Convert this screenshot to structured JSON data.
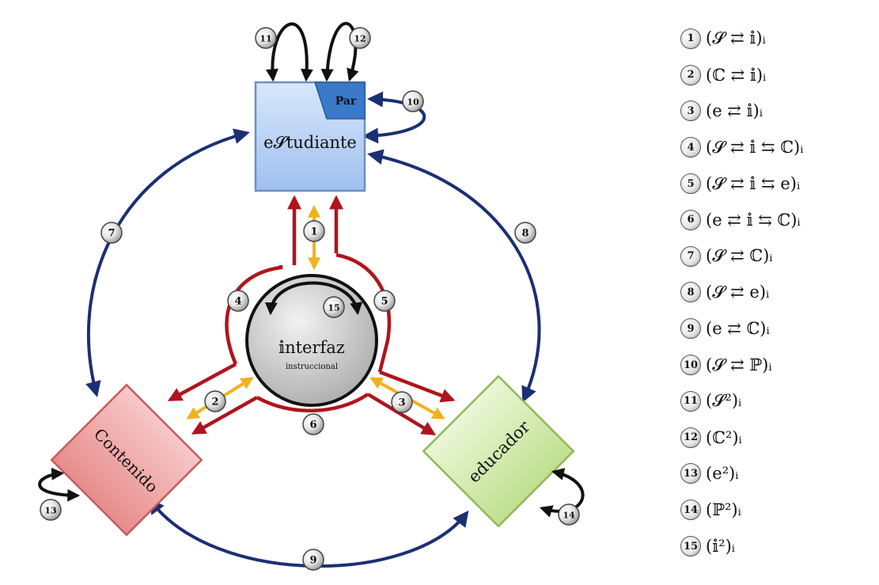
{
  "nodes": {
    "estudiante": "e𝓢tudiante",
    "par": "Par",
    "interfaz": "𝕚nterfaz",
    "interfaz_sub": "instruccional",
    "contenido": "Contenido",
    "educador": "educador"
  },
  "badges": [
    "1",
    "2",
    "3",
    "4",
    "5",
    "6",
    "7",
    "8",
    "9",
    "10",
    "11",
    "12",
    "13",
    "14",
    "15"
  ],
  "legend": [
    {
      "num": "1",
      "formula": "(𝓢 ⇄ 𝕚)ᵢ"
    },
    {
      "num": "2",
      "formula": "(ℂ ⇄ 𝕚)ᵢ"
    },
    {
      "num": "3",
      "formula": "(e ⇄ 𝕚)ᵢ"
    },
    {
      "num": "4",
      "formula": "(𝓢 ⇄ 𝕚 ⇆ ℂ)ᵢ"
    },
    {
      "num": "5",
      "formula": "(𝓢 ⇄ 𝕚 ⇆ e)ᵢ"
    },
    {
      "num": "6",
      "formula": "(e ⇄ 𝕚 ⇆ ℂ)ᵢ"
    },
    {
      "num": "7",
      "formula": "(𝓢 ⇄ ℂ)ᵢ"
    },
    {
      "num": "8",
      "formula": "(𝓢 ⇄ e)ᵢ"
    },
    {
      "num": "9",
      "formula": "(e ⇄ ℂ)ᵢ"
    },
    {
      "num": "10",
      "formula": "(𝓢 ⇄ ℙ)ᵢ"
    },
    {
      "num": "11",
      "formula": "(𝓢²)ᵢ"
    },
    {
      "num": "12",
      "formula": "(ℂ²)ᵢ"
    },
    {
      "num": "13",
      "formula": "(e²)ᵢ"
    },
    {
      "num": "14",
      "formula": "(ℙ²)ᵢ"
    },
    {
      "num": "15",
      "formula": "(𝕚²)ᵢ"
    }
  ],
  "colors": {
    "blue_arrow": "#1b2f73",
    "red_arrow": "#b0141c",
    "yellow_arrow": "#f0b21e",
    "black_arrow": "#111111",
    "estudiante_fill": "#b9d3f5",
    "contenido_fill": "#f1a7a7",
    "educador_fill": "#d6ecb0",
    "interfaz_fill": "#d0d0d0"
  }
}
